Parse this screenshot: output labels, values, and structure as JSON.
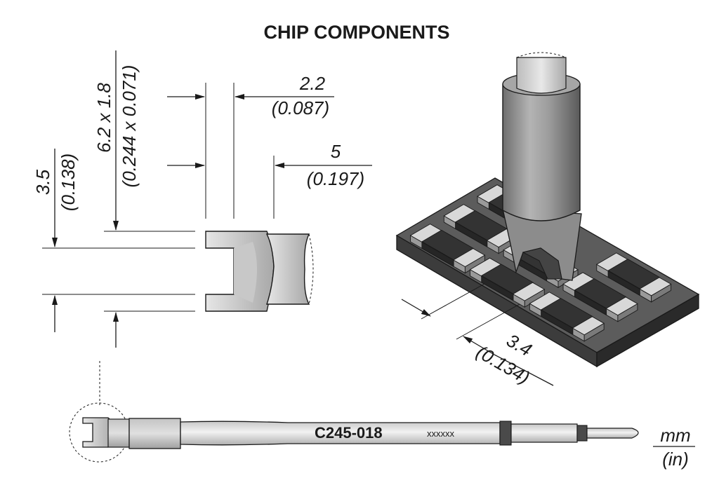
{
  "title": "CHIP COMPONENTS",
  "dimensions": {
    "width_a": {
      "mm": "2.2",
      "in": "(0.087)"
    },
    "width_b": {
      "mm": "5",
      "in": "(0.197)"
    },
    "height": {
      "mm": "3.5",
      "in": "(0.138)"
    },
    "slot": {
      "mm": "6.2 x 1.8",
      "in": "(0.244 x 0.071)"
    },
    "pitch": {
      "mm": "3.4",
      "in": "(0.134)"
    }
  },
  "cartridge": {
    "code": "C245-018",
    "serial": "xxxxxx"
  },
  "units": {
    "mm": "mm",
    "in": "(in)"
  },
  "colors": {
    "line": "#1a1a1a",
    "board": "#565656",
    "chip": "#3a3a3a",
    "metal": "#9a9a9a"
  }
}
